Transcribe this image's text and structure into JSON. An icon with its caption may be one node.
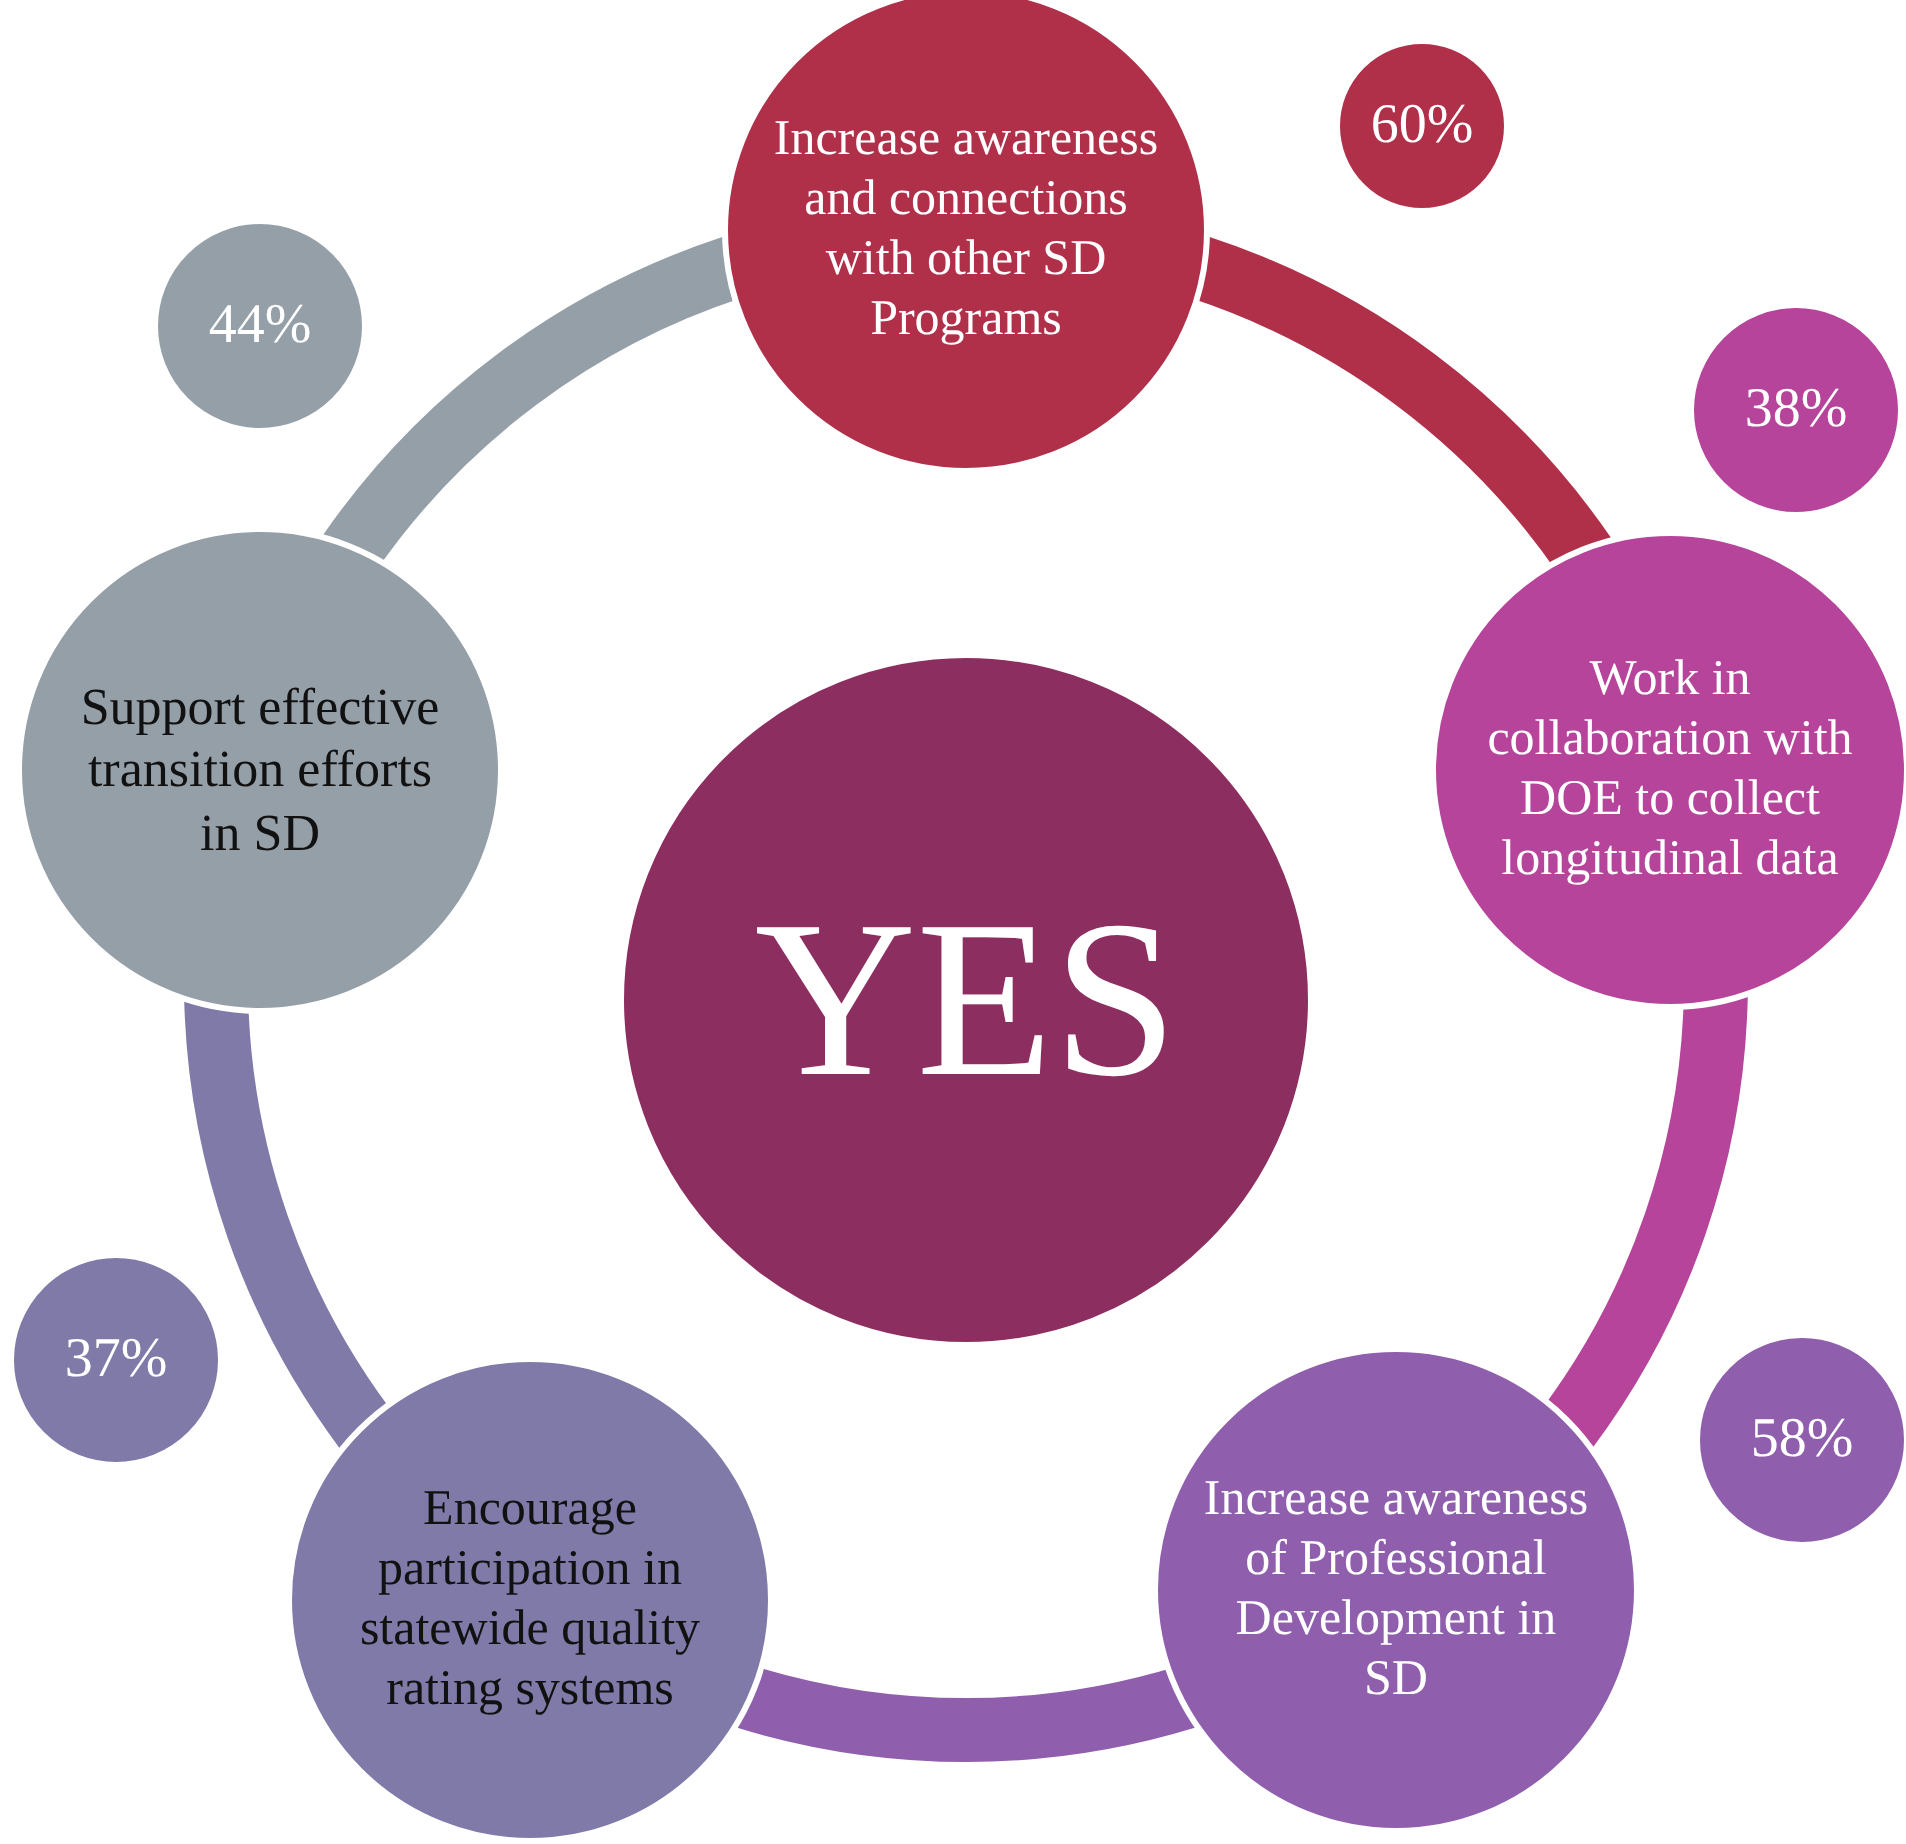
{
  "diagram": {
    "nodes": [
      {
        "text": [
          "Increase awareness and connections with other SD Programs"
        ]
      },
      {
        "text": [
          "60%"
        ]
      },
      {
        "text": [
          "44%"
        ]
      },
      {
        "text": [
          "38%"
        ]
      },
      {
        "text": [
          "Support effective transition efforts in SD"
        ]
      },
      {
        "text": [
          "Work in collaboration with DOE to collect longitudinal data"
        ]
      },
      {
        "text": [
          "YES"
        ]
      },
      {
        "text": [
          "37%"
        ]
      },
      {
        "text": [
          "58%"
        ]
      },
      {
        "text": [
          "Encourage participation in statewide quality rating systems"
        ]
      },
      {
        "text": [
          "Increase awareness of Professional Development in SD"
        ]
      }
    ],
    "edges": [
      {
        "from": 0,
        "to": 5,
        "arrow": "none",
        "color": "#b0304a"
      },
      {
        "from": 5,
        "to": 10,
        "arrow": "none",
        "color": "#b5449a"
      },
      {
        "from": 10,
        "to": 9,
        "arrow": "none",
        "color": "#8f5fad"
      },
      {
        "from": 9,
        "to": 4,
        "arrow": "none",
        "color": "#7f7aa8"
      },
      {
        "from": 4,
        "to": 0,
        "arrow": "none",
        "color": "#959fa8"
      }
    ]
  }
}
